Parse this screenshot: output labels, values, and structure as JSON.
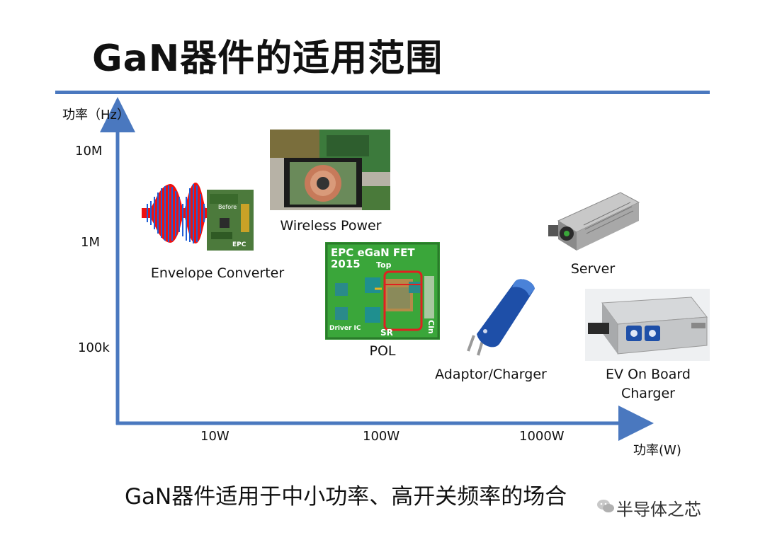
{
  "slide": {
    "title": "GaN器件的适用范围",
    "conclusion": "GaN器件适用于中小功率、高开关频率的场合",
    "watermark": "半导体之芯"
  },
  "axes": {
    "y_label": "功率（Hz）",
    "x_label": "功率(W)",
    "y_ticks": [
      "10M",
      "1M",
      "100k"
    ],
    "x_ticks": [
      "10W",
      "100W",
      "1000W"
    ]
  },
  "applications": [
    {
      "name": "Envelope Converter"
    },
    {
      "name": "Wireless Power"
    },
    {
      "name": "POL",
      "chip_title_line1": "EPC eGaN FET",
      "chip_title_line2": "2015",
      "chip_top": "Top",
      "chip_driver": "Driver IC",
      "chip_sr": "SR",
      "chip_cin": "Cin"
    },
    {
      "name": "Server"
    },
    {
      "name": "Adaptor/Charger"
    },
    {
      "name_line1": "EV On Board",
      "name_line2": "Charger"
    }
  ],
  "envelope_photo": {
    "board_label": "Before",
    "board_logo": "EPC"
  },
  "colors": {
    "accent": "#4a78bf",
    "axis": "#4a78bf"
  }
}
